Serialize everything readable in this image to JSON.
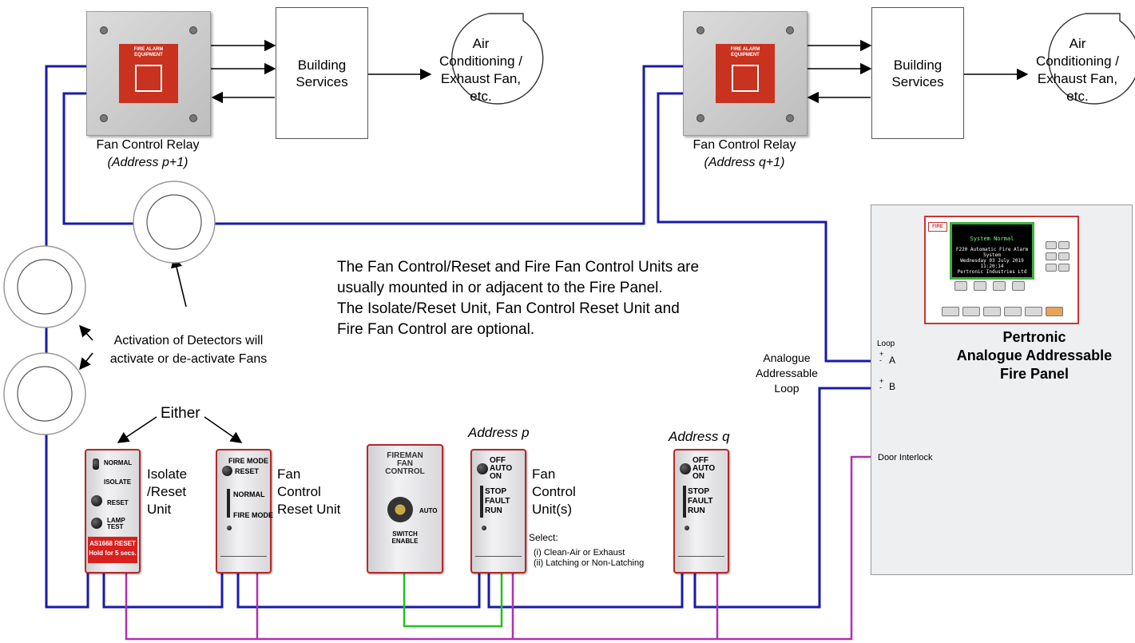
{
  "relay_left": {
    "label_text": "FIRE ALARM EQUIPMENT",
    "caption": "Fan Control Relay",
    "address": "(Address p+1)"
  },
  "relay_right": {
    "label_text": "FIRE ALARM EQUIPMENT",
    "caption": "Fan Control Relay",
    "address": "(Address q+1)"
  },
  "building_services_left": "Building Services",
  "building_services_right": "Building Services",
  "fan_left": "Air Conditioning / Exhaust Fan, etc.",
  "fan_right": "Air Conditioning / Exhaust Fan, etc.",
  "note": {
    "line1": "The Fan Control/Reset and Fire Fan Control Units are",
    "line2": "usually mounted in or adjacent to the Fire Panel.",
    "line3": "The Isolate/Reset Unit, Fan Control Reset Unit and",
    "line4": "Fire Fan Control are optional."
  },
  "detector_note": {
    "line1": "Activation of Detectors will",
    "line2": "activate or de-activate Fans"
  },
  "either_label": "Either",
  "isolate_unit": {
    "normal": "NORMAL",
    "isolate": "ISOLATE",
    "reset": "RESET",
    "lamp": "LAMP",
    "test": "TEST",
    "banner1": "AS1668 RESET",
    "banner2": "Hold for 5 secs.",
    "caption1": "Isolate",
    "caption2": "/Reset",
    "caption3": "Unit"
  },
  "reset_unit": {
    "fire_mode": "FIRE MODE",
    "reset": "RESET",
    "normal": "NORMAL",
    "fire_mode_led": "FIRE MODE",
    "caption1": "Fan",
    "caption2": "Control",
    "caption3": "Reset Unit"
  },
  "fireman_unit": {
    "line1": "FIREMAN",
    "line2": "FAN",
    "line3": "CONTROL",
    "auto": "AUTO",
    "switch": "SWITCH",
    "enable": "ENABLE"
  },
  "fan_unit_p": {
    "address": "Address p",
    "off": "OFF",
    "auto": "AUTO",
    "on": "ON",
    "stop": "STOP",
    "fault": "FAULT",
    "run": "RUN",
    "caption1": "Fan",
    "caption2": "Control",
    "caption3": "Unit(s)",
    "select": "Select:",
    "opt1": "(i) Clean-Air or Exhaust",
    "opt2": "(ii) Latching or Non-Latching"
  },
  "fan_unit_q": {
    "address": "Address q",
    "off": "OFF",
    "auto": "AUTO",
    "on": "ON",
    "stop": "STOP",
    "fault": "FAULT",
    "run": "RUN"
  },
  "loop_label": {
    "line1": "Analogue",
    "line2": "Addressable",
    "line3": "Loop"
  },
  "panel": {
    "loop": "Loop",
    "plus_a": "+",
    "minus_a": "-",
    "a": "A",
    "plus_b": "+",
    "minus_b": "-",
    "b": "B",
    "door": "Door Interlock",
    "title1": "Pertronic",
    "title2": "Analogue Addressable",
    "title3": "Fire Panel",
    "fire": "FIRE",
    "lcd1": "System Normal",
    "lcd2": "F220 Automatic Fire Alarm System",
    "lcd3": "Wednesday 03 July 2019 11:20:14",
    "lcd4": "Pertronic Industries Ltd"
  },
  "colors": {
    "loop_wire": "#1a1aa8",
    "door_wire": "#b030b0",
    "link_wire": "#22c022",
    "module_border": "#b22a2a",
    "relay_label": "#c8321e"
  }
}
